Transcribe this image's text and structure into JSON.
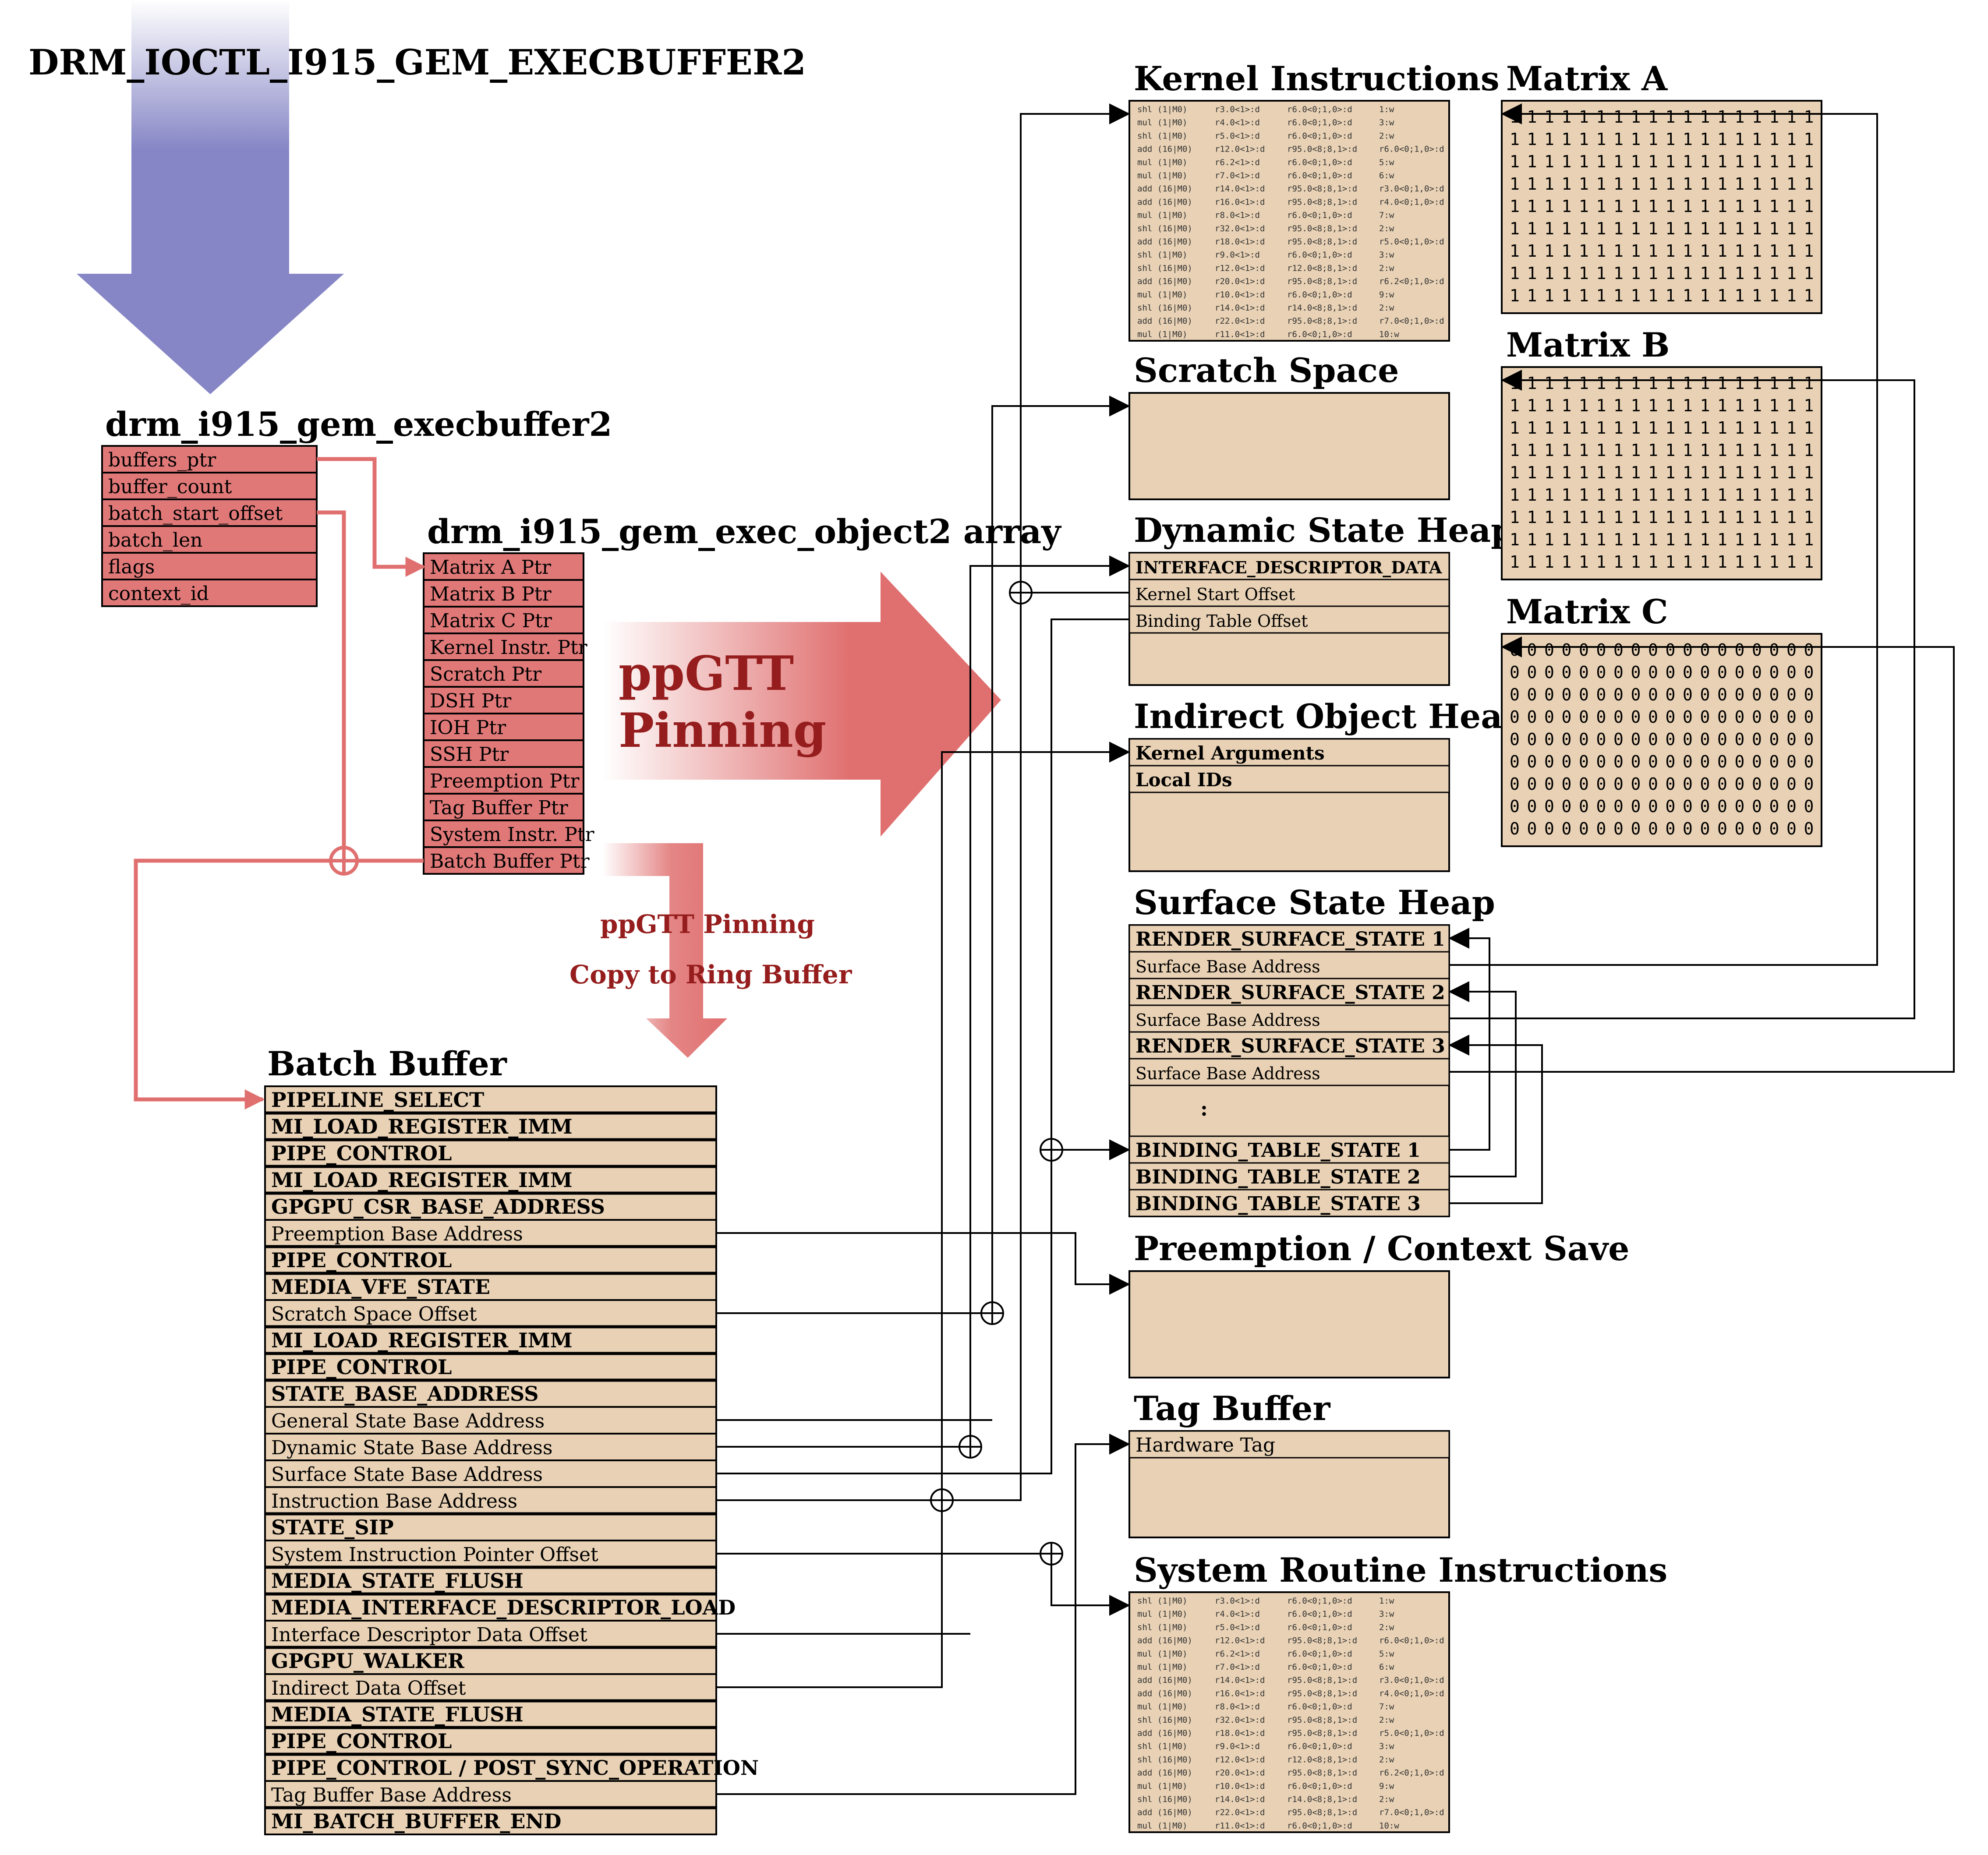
{
  "colors": {
    "header_blue": "#8686c6",
    "red_cell": "#e07878",
    "red_line": "#e07070",
    "tan_cell": "#e8d1b4",
    "text_red": "#961d1d",
    "line_black": "#000000"
  },
  "header": {
    "title": "DRM_IOCTL_I915_GEM_EXECBUFFER2"
  },
  "execbuffer2": {
    "title": "drm_i915_gem_execbuffer2",
    "fields": [
      "buffers_ptr",
      "buffer_count",
      "batch_start_offset",
      "batch_len",
      "flags",
      "context_id"
    ]
  },
  "exec_object2": {
    "title": "drm_i915_gem_exec_object2 array",
    "fields": [
      "Matrix A Ptr",
      "Matrix B Ptr",
      "Matrix C Ptr",
      "Kernel Instr. Ptr",
      "Scratch Ptr",
      "DSH Ptr",
      "IOH Ptr",
      "SSH Ptr",
      "Preemption Ptr",
      "Tag Buffer Ptr",
      "System Instr. Ptr",
      "Batch Buffer Ptr"
    ]
  },
  "pinning": {
    "big_line1": "ppGTT",
    "big_line2": "Pinning",
    "small_line1": "ppGTT Pinning",
    "small_line2": "Copy to Ring Buffer"
  },
  "batch_buffer": {
    "title": "Batch Buffer",
    "rows": [
      {
        "t": "PIPELINE_SELECT",
        "b": true
      },
      {
        "t": "MI_LOAD_REGISTER_IMM",
        "b": true
      },
      {
        "t": "PIPE_CONTROL",
        "b": true
      },
      {
        "t": "MI_LOAD_REGISTER_IMM",
        "b": true
      },
      {
        "t": "GPGPU_CSR_BASE_ADDRESS",
        "b": true
      },
      {
        "t": "Preemption Base Address",
        "b": false
      },
      {
        "t": "PIPE_CONTROL",
        "b": true
      },
      {
        "t": "MEDIA_VFE_STATE",
        "b": true
      },
      {
        "t": "Scratch Space Offset",
        "b": false
      },
      {
        "t": "MI_LOAD_REGISTER_IMM",
        "b": true
      },
      {
        "t": "PIPE_CONTROL",
        "b": true
      },
      {
        "t": "STATE_BASE_ADDRESS",
        "b": true
      },
      {
        "t": "General State Base Address",
        "b": false
      },
      {
        "t": "Dynamic State Base Address",
        "b": false
      },
      {
        "t": "Surface State Base Address",
        "b": false
      },
      {
        "t": "Instruction Base Address",
        "b": false
      },
      {
        "t": "STATE_SIP",
        "b": true
      },
      {
        "t": "System Instruction Pointer Offset",
        "b": false
      },
      {
        "t": "MEDIA_STATE_FLUSH",
        "b": true
      },
      {
        "t": "MEDIA_INTERFACE_DESCRIPTOR_LOAD",
        "b": true
      },
      {
        "t": "Interface Descriptor Data Offset",
        "b": false
      },
      {
        "t": "GPGPU_WALKER",
        "b": true
      },
      {
        "t": "Indirect Data Offset",
        "b": false
      },
      {
        "t": "MEDIA_STATE_FLUSH",
        "b": true
      },
      {
        "t": "PIPE_CONTROL",
        "b": true
      },
      {
        "t": "PIPE_CONTROL / POST_SYNC_OPERATION",
        "b": true
      },
      {
        "t": "Tag Buffer Base Address",
        "b": false
      },
      {
        "t": "MI_BATCH_BUFFER_END",
        "b": true
      }
    ]
  },
  "kernel_instructions": {
    "title": "Kernel Instructions"
  },
  "scratch_space": {
    "title": "Scratch Space"
  },
  "dynamic_state_heap": {
    "title": "Dynamic State Heap",
    "rows": [
      {
        "t": "INTERFACE_DESCRIPTOR_DATA",
        "b": true
      },
      {
        "t": "Kernel Start Offset",
        "b": false
      },
      {
        "t": "Binding Table Offset",
        "b": false
      }
    ]
  },
  "indirect_object_heap": {
    "title": "Indirect Object Heap",
    "rows": [
      {
        "t": "Kernel Arguments",
        "b": true
      },
      {
        "t": "Local IDs",
        "b": true
      }
    ]
  },
  "surface_state_heap": {
    "title": "Surface State Heap",
    "rows": [
      {
        "t": "RENDER_SURFACE_STATE 1",
        "b": true
      },
      {
        "t": "Surface Base Address",
        "b": false
      },
      {
        "t": "RENDER_SURFACE_STATE 2",
        "b": true
      },
      {
        "t": "Surface Base Address",
        "b": false
      },
      {
        "t": "RENDER_SURFACE_STATE 3",
        "b": true
      },
      {
        "t": "Surface Base Address",
        "b": false
      }
    ],
    "ellipsis": ":",
    "bt_rows": [
      {
        "t": "BINDING_TABLE_STATE 1",
        "b": true
      },
      {
        "t": "BINDING_TABLE_STATE 2",
        "b": true
      },
      {
        "t": "BINDING_TABLE_STATE 3",
        "b": true
      }
    ]
  },
  "preemption": {
    "title": "Preemption / Context Save"
  },
  "tag_buffer": {
    "title": "Tag Buffer",
    "rows": [
      {
        "t": "Hardware Tag",
        "b": false
      }
    ]
  },
  "system_routine": {
    "title": "System Routine Instructions"
  },
  "matrix_a": {
    "title": "Matrix A",
    "value": "1",
    "rows": 9,
    "cols": 18
  },
  "matrix_b": {
    "title": "Matrix B",
    "value": "1",
    "rows": 9,
    "cols": 18
  },
  "matrix_c": {
    "title": "Matrix C",
    "value": "0",
    "rows": 9,
    "cols": 18
  },
  "instructions": [
    [
      "shl (1|M0)",
      "r3.0<1>:d",
      "r6.0<0;1,0>:d",
      "1:w"
    ],
    [
      "mul (1|M0)",
      "r4.0<1>:d",
      "r6.0<0;1,0>:d",
      "3:w"
    ],
    [
      "shl (1|M0)",
      "r5.0<1>:d",
      "r6.0<0;1,0>:d",
      "2:w"
    ],
    [
      "add (16|M0)",
      "r12.0<1>:d",
      "r95.0<8;8,1>:d",
      "r6.0<0;1,0>:d"
    ],
    [
      "mul (1|M0)",
      "r6.2<1>:d",
      "r6.0<0;1,0>:d",
      "5:w"
    ],
    [
      "mul (1|M0)",
      "r7.0<1>:d",
      "r6.0<0;1,0>:d",
      "6:w"
    ],
    [
      "add (16|M0)",
      "r14.0<1>:d",
      "r95.0<8;8,1>:d",
      "r3.0<0;1,0>:d"
    ],
    [
      "add (16|M0)",
      "r16.0<1>:d",
      "r95.0<8;8,1>:d",
      "r4.0<0;1,0>:d"
    ],
    [
      "mul (1|M0)",
      "r8.0<1>:d",
      "r6.0<0;1,0>:d",
      "7:w"
    ],
    [
      "shl (16|M0)",
      "r32.0<1>:d",
      "r95.0<8;8,1>:d",
      "2:w"
    ],
    [
      "add (16|M0)",
      "r18.0<1>:d",
      "r95.0<8;8,1>:d",
      "r5.0<0;1,0>:d"
    ],
    [
      "shl (1|M0)",
      "r9.0<1>:d",
      "r6.0<0;1,0>:d",
      "3:w"
    ],
    [
      "shl (16|M0)",
      "r12.0<1>:d",
      "r12.0<8;8,1>:d",
      "2:w"
    ],
    [
      "add (16|M0)",
      "r20.0<1>:d",
      "r95.0<8;8,1>:d",
      "r6.2<0;1,0>:d"
    ],
    [
      "mul (1|M0)",
      "r10.0<1>:d",
      "r6.0<0;1,0>:d",
      "9:w"
    ],
    [
      "shl (16|M0)",
      "r14.0<1>:d",
      "r14.0<8;8,1>:d",
      "2:w"
    ],
    [
      "add (16|M0)",
      "r22.0<1>:d",
      "r95.0<8;8,1>:d",
      "r7.0<0;1,0>:d"
    ],
    [
      "mul (1|M0)",
      "r11.0<1>:d",
      "r6.0<0;1,0>:d",
      "10:w"
    ]
  ]
}
